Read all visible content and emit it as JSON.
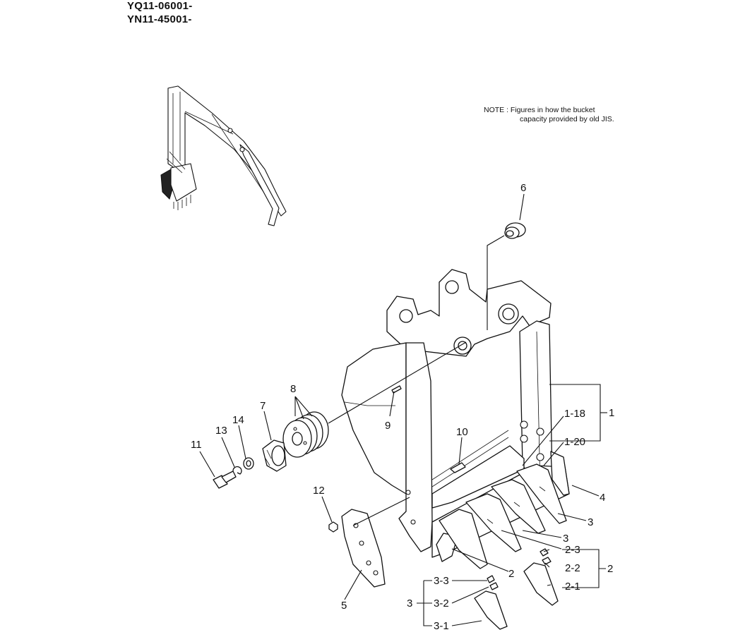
{
  "header": {
    "serial_1": "YQ11-06001-",
    "serial_2": "YN11-45001-"
  },
  "note": {
    "line_1": "NOTE : Figures in how the bucket",
    "line_2": "capacity provided by old JIS."
  },
  "labels": {
    "p1": "1",
    "p1_18": "1-18",
    "p1_20": "1-20",
    "p2_a": "2",
    "p2_b": "2",
    "p2_1": "2-1",
    "p2_2": "2-2",
    "p2_3": "2-3",
    "p3_a": "3",
    "p3_b": "3",
    "p3_c": "3",
    "p3_1": "3-1",
    "p3_2": "3-2",
    "p3_3": "3-3",
    "p4": "4",
    "p5": "5",
    "p6": "6",
    "p7": "7",
    "p8": "8",
    "p9": "9",
    "p10": "10",
    "p11": "11",
    "p12": "12",
    "p13": "13",
    "p14": "14"
  }
}
